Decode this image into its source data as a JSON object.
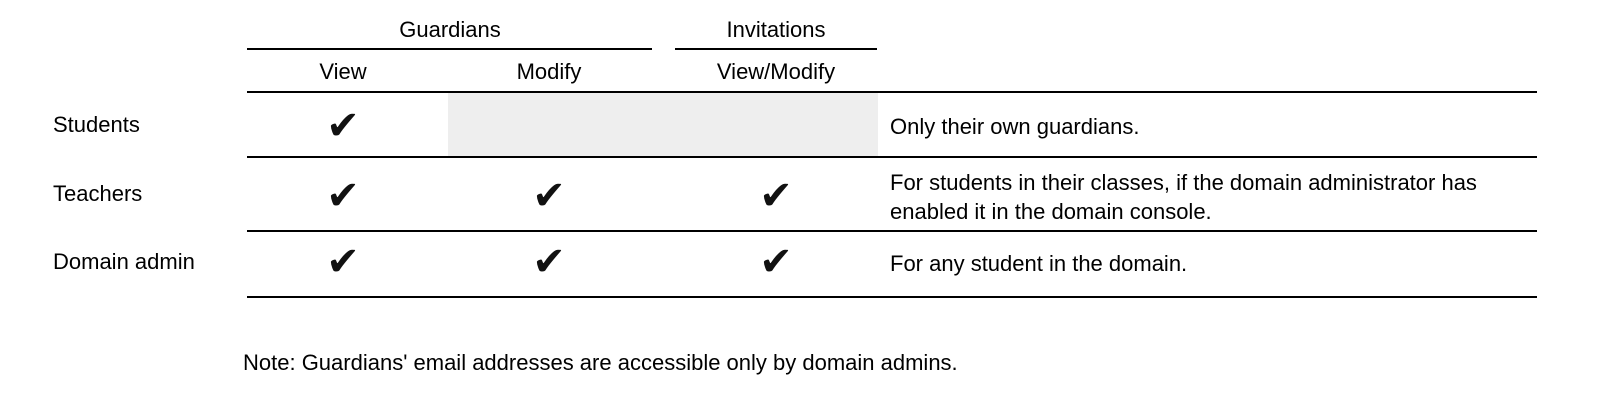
{
  "table": {
    "column_groups": [
      {
        "label": "Guardians",
        "columns": [
          "View",
          "Modify"
        ]
      },
      {
        "label": "Invitations",
        "columns": [
          "View/Modify"
        ]
      }
    ],
    "columns": [
      {
        "label": "View"
      },
      {
        "label": "Modify"
      },
      {
        "label": "View/Modify"
      }
    ],
    "check_glyph": "✔",
    "disabled_cell_color": "#eeeeee",
    "rows": [
      {
        "label": "Students",
        "cells": [
          "✔",
          "",
          ""
        ],
        "shaded_modify_and_invitations": true,
        "description": "Only their own guardians."
      },
      {
        "label": "Teachers",
        "cells": [
          "✔",
          "✔",
          "✔"
        ],
        "shaded_modify_and_invitations": false,
        "description": "For students in their classes, if the domain administrator has enabled it in the domain console."
      },
      {
        "label": "Domain admin",
        "cells": [
          "✔",
          "✔",
          "✔"
        ],
        "shaded_modify_and_invitations": false,
        "description": "For any student in the domain."
      }
    ]
  },
  "footnote": "Note: Guardians' email addresses are accessible only by domain admins."
}
